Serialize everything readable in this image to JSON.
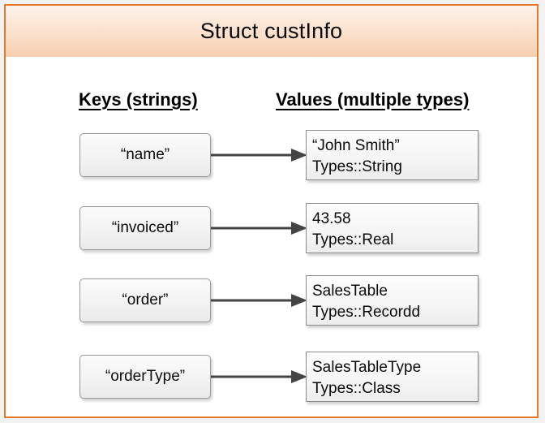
{
  "diagram": {
    "title": "Struct custInfo",
    "accent_color": "#e2792c",
    "title_band_color": "#f6cfaf",
    "arrow_color": "#444444",
    "headers": {
      "keys": "Keys (strings)",
      "values": "Values (multiple types)"
    },
    "rows": [
      {
        "key": "“name”",
        "value": "“John Smith”",
        "type": "Types::String"
      },
      {
        "key": "“invoiced”",
        "value": "43.58",
        "type": "Types::Real"
      },
      {
        "key": "“order”",
        "value": "SalesTable",
        "type": "Types::Recordd"
      },
      {
        "key": "“orderType”",
        "value": "SalesTableType",
        "type": "Types::Class"
      }
    ]
  }
}
